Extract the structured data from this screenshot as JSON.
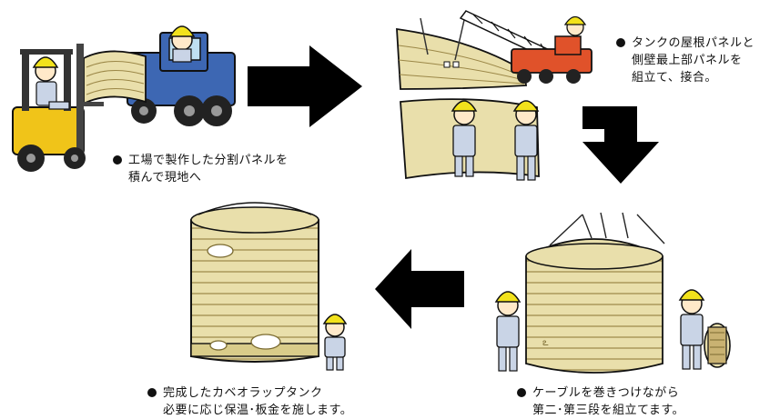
{
  "steps": [
    {
      "line1": "工場で製作した分割パネルを",
      "line2": "積んで現地へ"
    },
    {
      "line1": "タンクの屋根パネルと",
      "line2": "側壁最上部パネルを",
      "line3": "組立て、接合。"
    },
    {
      "line1": "ケーブルを巻きつけながら",
      "line2": "第二･第三段を組立てます。"
    },
    {
      "line1": "完成したカベオラップタンク",
      "line2": "必要に応じ保温･板金を施します。"
    }
  ],
  "colors": {
    "panel": "#e9dfab",
    "panel_dark": "#b9a45c",
    "helmet": "#f2e21c",
    "worker_suit": "#c9d4e6",
    "forklift": "#f0c419",
    "truck": "#3d67b3",
    "crane": "#e0522a",
    "arrow": "#000000"
  }
}
